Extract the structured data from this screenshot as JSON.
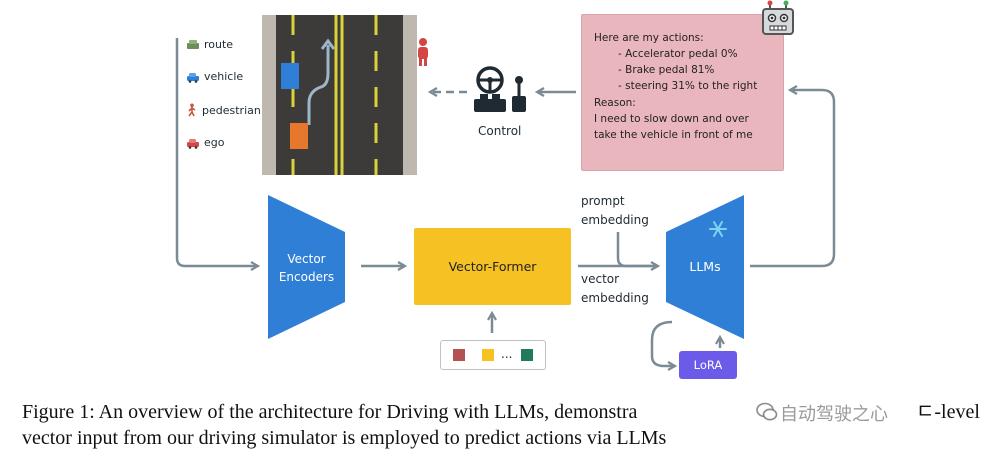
{
  "legend": {
    "route": "route",
    "vehicle": "vehicle",
    "pedestrian": "pedestrian",
    "ego": "ego"
  },
  "control": {
    "label": "Control"
  },
  "actions": {
    "line1": "Here are my actions:",
    "line2": "- Accelerator pedal 0%",
    "line3": "- Brake pedal 81%",
    "line4": "- steering 31% to the right",
    "line5": "Reason:",
    "line6": "I need to slow down and over",
    "line7": "take the vehicle in front of me"
  },
  "encoders": {
    "line1": "Vector",
    "line2": "Encoders"
  },
  "former": {
    "label": "Vector-Former"
  },
  "llms": {
    "label": "LLMs"
  },
  "prompt_embedding": {
    "line1": "prompt",
    "line2": "embedding"
  },
  "vector_embedding": {
    "line1": "vector",
    "line2": "embedding"
  },
  "tokens": {
    "ellipsis": "..."
  },
  "lora": {
    "label": "LoRA"
  },
  "caption": {
    "line1": "Figure 1: An overview of the architecture for Driving with LLMs, demonstra",
    "line2": "vector input from our driving simulator is employed to predict actions via LLMs"
  },
  "watermark": {
    "text": "自动驾驶之心",
    "visible_fragment": "ㄷ-level"
  },
  "colors": {
    "encoder_blue": "#2f7fd6",
    "former_yellow": "#f6c122",
    "panel_pink": "#eab6bd",
    "lora_purple": "#6b5be8",
    "arrow_gray": "#7b8b95",
    "lane_yellow": "#d9d23a",
    "ego_orange": "#e8772e",
    "vehicle_blue": "#2f7fd6",
    "pedestrian_red": "#d64545"
  }
}
